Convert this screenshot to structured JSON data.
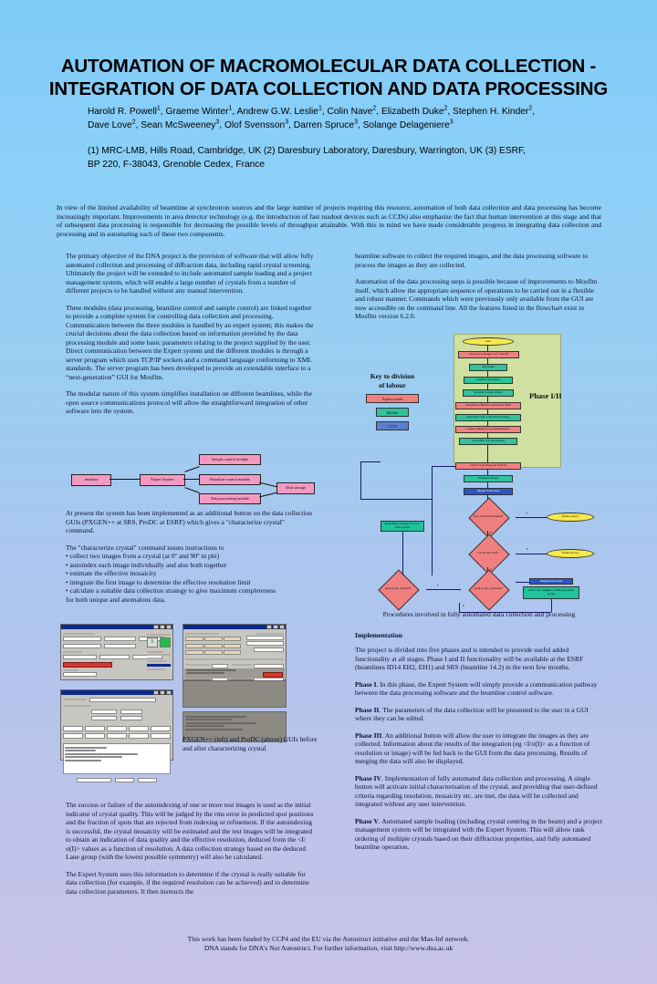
{
  "header": {
    "title": "AUTOMATION OF MACROMOLECULAR DATA COLLECTION - INTEGRATION OF DATA COLLECTION AND DATA PROCESSING",
    "authors_line1": "Harold R. Powell1, Graeme Winter1, Andrew G.W. Leslie1, Colin Nave2, Elizabeth Duke2, Stephen H. Kinder2,",
    "authors_line2": "Dave Love2, Sean McSweeney3, Olof Svensson3, Darren Spruce3, Solange Delageniere3",
    "affiliations_line1": "(1) MRC-LMB, Hills Road, Cambridge, UK (2) Daresbury Laboratory, Daresbury, Warrington, UK (3) ESRF,",
    "affiliations_line2": "BP 220, F-38043, Grenoble Cedex, France"
  },
  "abstract": {
    "text": "In view of the limited availability of beamtime at synchrotron sources and the large number of projects requiring this resource, automation of both data collection and data processing has become increasingly important. Improvements in area detector technology (e.g. the introduction of fast readout devices such as CCDs) also emphasize the fact that human intervention at this stage and that of subsequent data processing is  responsible for decreasing the possible levels of throughput attainable. With this in mind we have made considerable progress in integrating data collection and processing and in automating each of these two components."
  },
  "left_column": {
    "p1": "The primary objective of the DNA project is the provision of software that will allow fully automated collection and processing of diffraction data, including rapid crystal screening. Ultimately the project will be extended to include automated sample loading and a project management system, which will enable a large number of crystals from a number of different projects to be handled without any manual intervention.",
    "p2": "Three modules (data processing, beamline control and sample control) are linked together to provide a complete system for controlling data collection and processing. Communication between the three modules is handled by an expert system; this makes the crucial decisions about the data collection based on information provided by the data processing module and some basic parameters relating to the project supplied by the user. Direct communication between the Expert system and the different modules is through a server program which uses TCP/IP sockets and a command language conforming to XML standards. The server program has been developed to provide an extendable interface to  a “next-generation” GUI for Mosflm.",
    "p3": "The modular nature of this system simplifies installation on different beamlines, while the open source communications protocol will allow the straightforward integration of other software into the system.",
    "p4": "At present the system has been implemented as an additional button on the data collection GUIs (PXGEN++ at SRS, ProDC at ESRF) which gives a \"characterize crystal\" command.",
    "p5": "The \"characterize crystal\" command issues instructions to",
    "bullets": [
      "• collect two images from a crystal (at  0º and 90º in phi)",
      "• autoindex each image individually and also both together",
      "• estimate the effective mosaicity",
      "• integrate the first image to determine the  effective resolution limit",
      "• calculate a suitable data collection  strategy to give maximum completeness",
      "for both   unique and anomalous  data."
    ],
    "p6": "The success or failure of the autoindexing of one or more test images is used as the initial indicator of crystal quality. This will be judged by the rms error in predicted spot positions and the fraction of spots that are rejected from indexing or refinement. If the autoindexing is successful, the crystal mosaicity will be estimated and the test images will be integrated to obtain an indication of data quality and the effective resolution, deduced from the <I/σ(I)> values as a function of resolution. A data collection strategy based on the deduced Laue group (with the lowest possible symmetry) will also be calculated.",
    "p7": "The Expert System uses this information to determine if the crystal is really suitable for data collection (for example, if the required resolution can be achieved) and to determine data collection parameters. It then instructs the",
    "screenshot_caption": "PXGEN++ (left) and ProDC (above) GUIs before and after characterizing crystal"
  },
  "right_column": {
    "p1": "beamline software to collect the required images, and the data processing software to process the images as they are collected.",
    "p2": "Automation of the data processing steps is possible because of improvements to Mosflm itself, which  allow the appropriate  sequence of operations to be carried out in a flexible and robust manner. Commands which were previously only available from the GUI are now accessible on the command line. All the features listed in the flowchart exist in Mosflm version 6.2.0.",
    "flowchart_caption": "Procedures involved in fully automated data collection and processing",
    "implementation_heading": "Implementation",
    "p3": "The project is divided into five phases and is intended to provide useful added functionality at all stages. Phase I and II functionality will be available at the ESRF (beamlines ID14 EH2, EH1) and SRS (beamline 14.2) in the next few months.",
    "phase1_label": "Phase I",
    "phase1": ". In this phase, the Expert System will simply provide a communication pathway between the data processing software and the beamline control software.",
    "phase2_label": "Phase II",
    "phase2": ". The parameters of the data collection will be presented to the user in a GUI where they can be edited.",
    "phase3_label": "Phase III",
    "phase3": ". An additional button will allow the user to integrate the images as they are collected. Information about the results of the integration (eg <I/σ(I)> as a function of resolution or image) will be fed back to the GUI from the data processing. Results of merging the data will also be displayed.",
    "phase4_label": "Phase IV",
    "phase4": ". Implementation of fully automated data collection and processing. A single button will activate initial characterisation of the crystal, and providing that user-defined criteria regarding resolution, mosaicity etc. are met, the data will be collected and integrated without any user intervention.",
    "phase5_label": "Phase V",
    "phase5": ". Automated sample loading (including crystal centring in the beam) and a project management system will be integrated with the Expert System. This will allow rank ordering of multiple crystals based on their diffraction properties, and fully automated beamline operation."
  },
  "network_diagram": {
    "nodes": [
      {
        "label": "database"
      },
      {
        "label": "Expert System"
      },
      {
        "label": "Sample control module"
      },
      {
        "label": "Beamline control module"
      },
      {
        "label": "Data processing module"
      },
      {
        "label": "Disk storage"
      }
    ]
  },
  "key": {
    "title_line1": "Key to division",
    "title_line2": "of labour",
    "items": [
      {
        "label": "Expert system",
        "color": "#f08080"
      },
      {
        "label": "Mosflm",
        "color": "#2fc49a"
      },
      {
        "label": "CCP4",
        "color": "#5b7fd0"
      }
    ]
  },
  "flowchart": {
    "phase_label": "Phase I/II",
    "nodes": [
      {
        "label": "start",
        "type": "terminator",
        "color": "#f7e94a"
      },
      {
        "label": "collect two images at 0º and 90º",
        "type": "process",
        "color": "#f08080"
      },
      {
        "label": "autoindex",
        "type": "process",
        "color": "#2fc49a"
      },
      {
        "label": "estimate mosaicity",
        "type": "process",
        "color": "#2fc49a"
      },
      {
        "label": "integrate single image",
        "type": "process",
        "color": "#2fc49a"
      },
      {
        "label": "determine effective resolution limit",
        "type": "process",
        "color": "#f08080"
      },
      {
        "label": "determine data collection strategy",
        "type": "process",
        "color": "#2fc49a"
      },
      {
        "label": "collect images for postrefinement",
        "type": "process",
        "color": "#f08080"
      },
      {
        "label": "Postrefine cell parameters",
        "type": "process",
        "color": "#2fc49a"
      },
      {
        "label": "collect next image in (batch)",
        "type": "process",
        "color": "#f08080"
      },
      {
        "label": "Integrate image",
        "type": "process",
        "color": "#2fc49a"
      },
      {
        "label": "Merge/Scale data",
        "type": "process",
        "color": "#2a56c6"
      },
      {
        "label": "data collection finished?",
        "type": "decision",
        "color": "#f08080"
      },
      {
        "label": "finish (okay)",
        "type": "terminator",
        "color": "#f7e94a"
      },
      {
        "label": "crystal still okay?",
        "type": "decision",
        "color": "#f08080"
      },
      {
        "label": "finish (error)",
        "type": "terminator",
        "color": "#f7e94a"
      },
      {
        "label": "point group consistent?",
        "type": "decision",
        "color": "#f08080"
      },
      {
        "label": "point group changed?",
        "type": "decision",
        "color": "#f08080"
      },
      {
        "label": "Merge/Scale data",
        "type": "process",
        "color": "#2a56c6"
      },
      {
        "label": "select new (higher symmetry) point group",
        "type": "process",
        "color": "#1fc49a"
      },
      {
        "label": "Determine strategy for new point group",
        "type": "process",
        "color": "#1fc49a"
      }
    ],
    "edge_labels": [
      "y",
      "n",
      "n",
      "y",
      "y",
      "n",
      "n"
    ]
  },
  "footer": {
    "line1": "This work has been funded by CCP4 and the EU via the Autostruct initiative and the Max-Inf network.",
    "line2": "DNA stands for DNA's Not Autostruct. For further information, visit http://www.dna.ac.uk"
  }
}
